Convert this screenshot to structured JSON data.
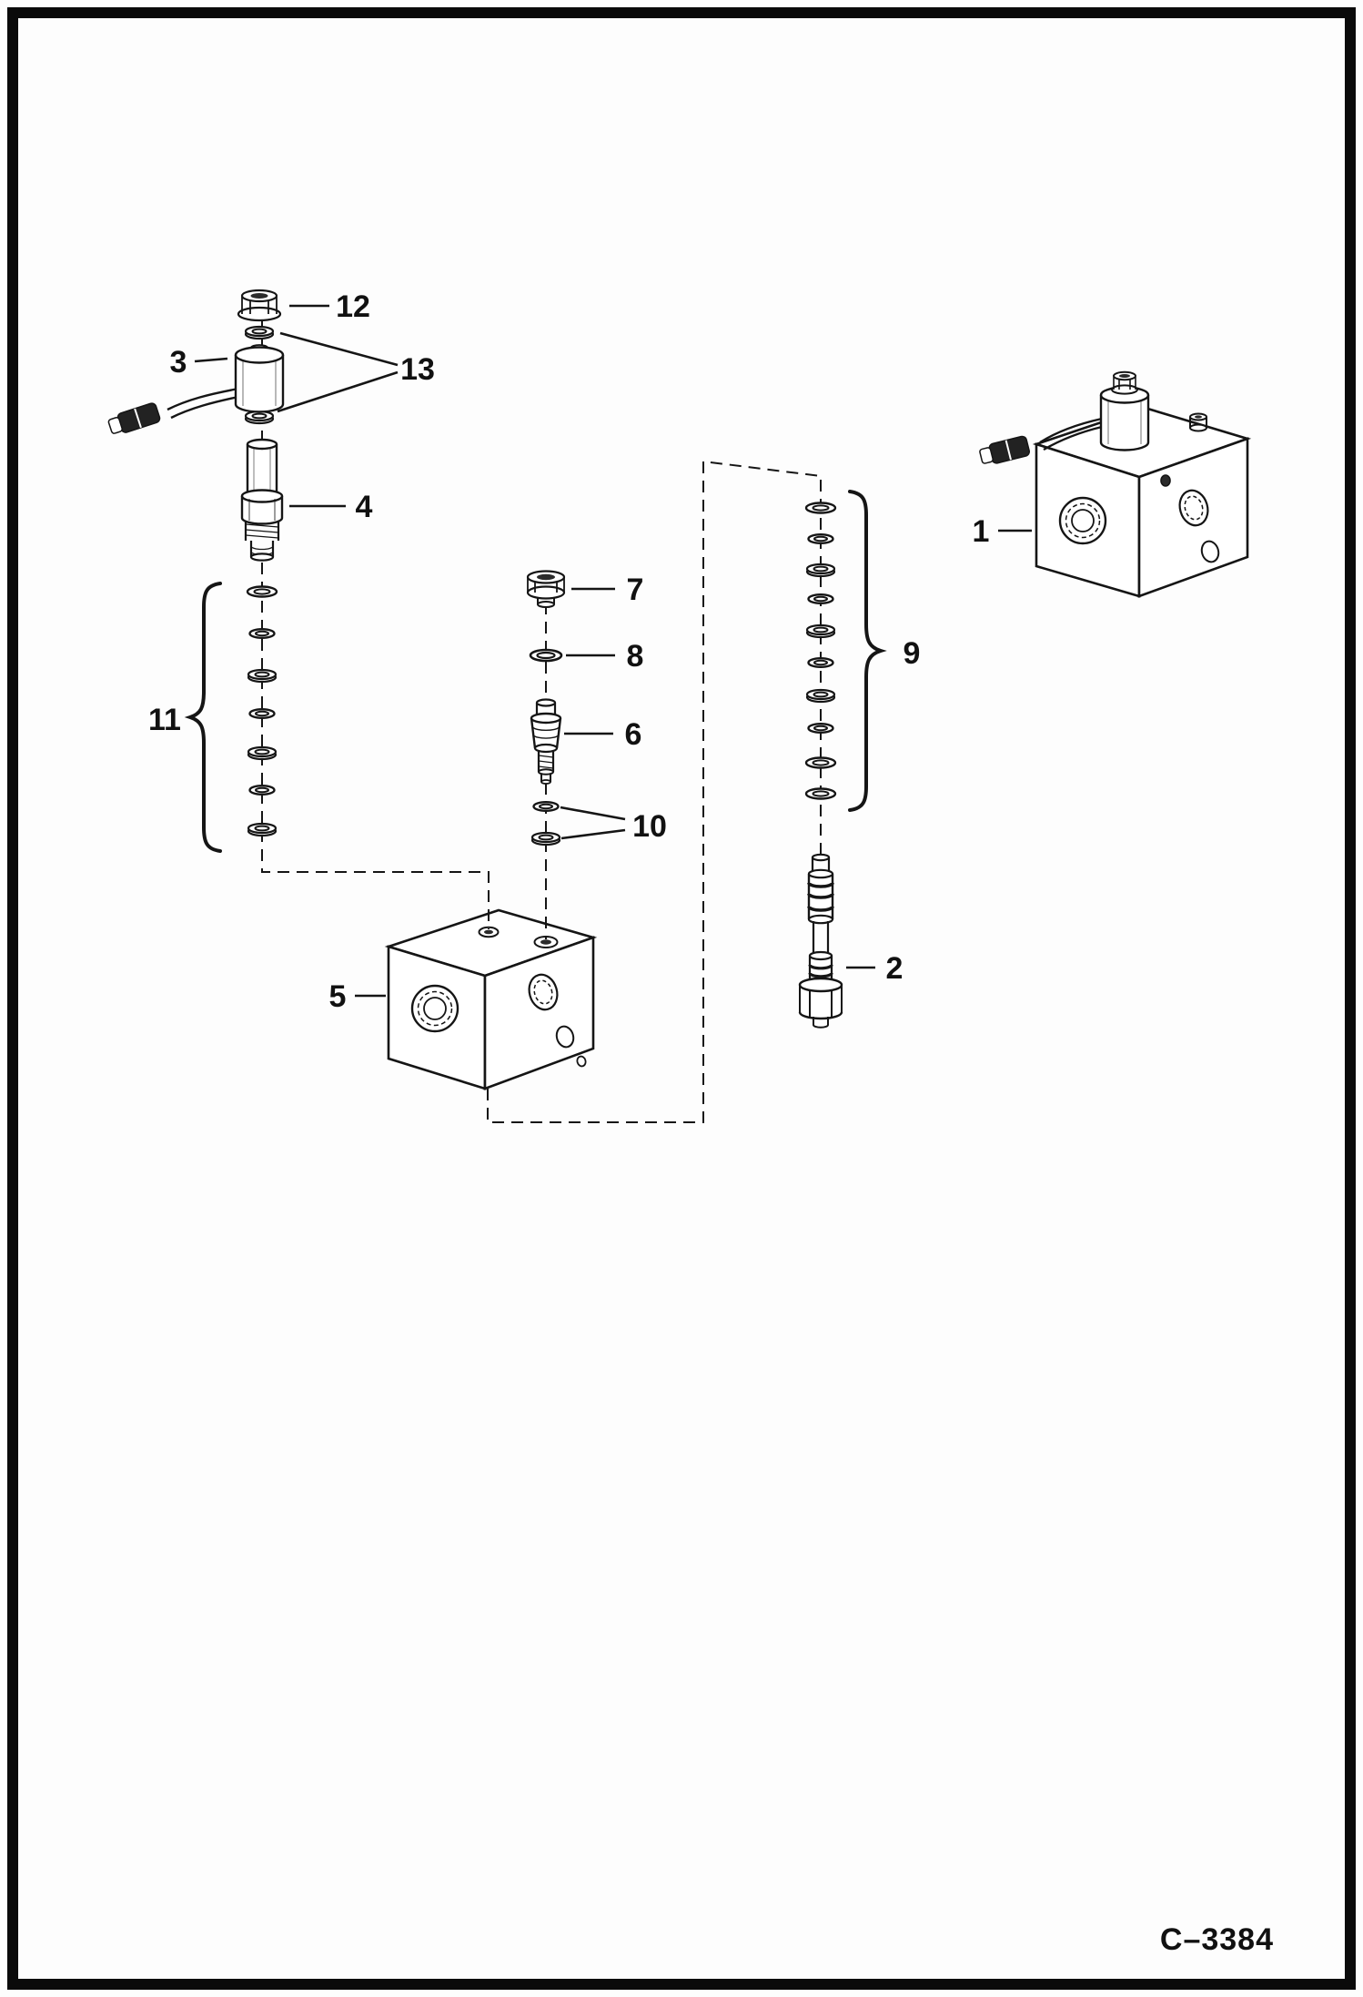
{
  "diagram": {
    "figure_code": "C–3384",
    "callouts": {
      "1": "1",
      "2": "2",
      "3": "3",
      "4": "4",
      "5": "5",
      "6": "6",
      "7": "7",
      "8": "8",
      "9": "9",
      "10": "10",
      "11": "11",
      "12": "12",
      "13": "13"
    }
  }
}
